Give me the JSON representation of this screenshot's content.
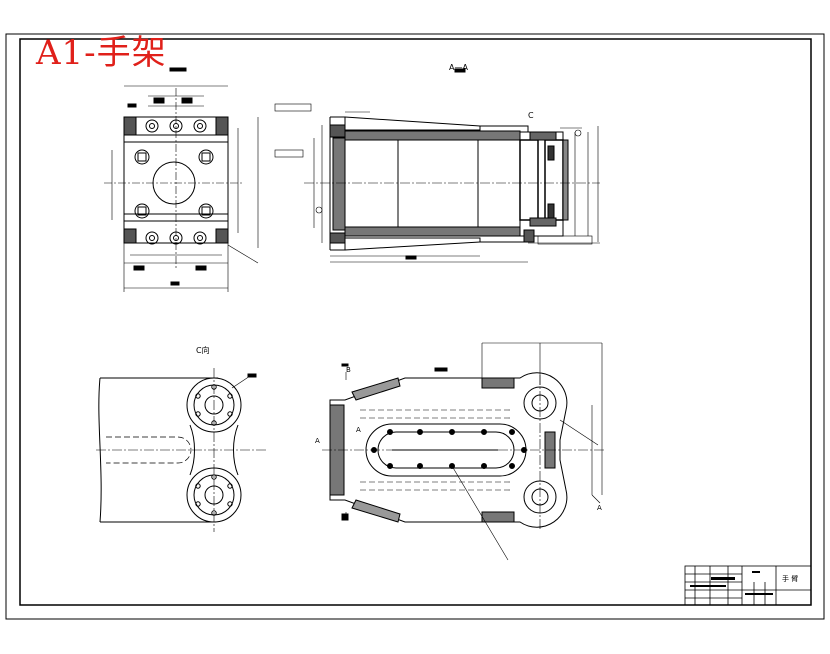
{
  "drawing": {
    "title_tag": "A1-手架",
    "accent_color": "#e0201a",
    "line_color": "#000000"
  },
  "views": {
    "section_aa_label": "A—A",
    "detail_c_label": "C",
    "view_c_label": "C向",
    "marker_a": "A",
    "marker_b": "B"
  },
  "title_block": {
    "part_name": "手 臂"
  }
}
